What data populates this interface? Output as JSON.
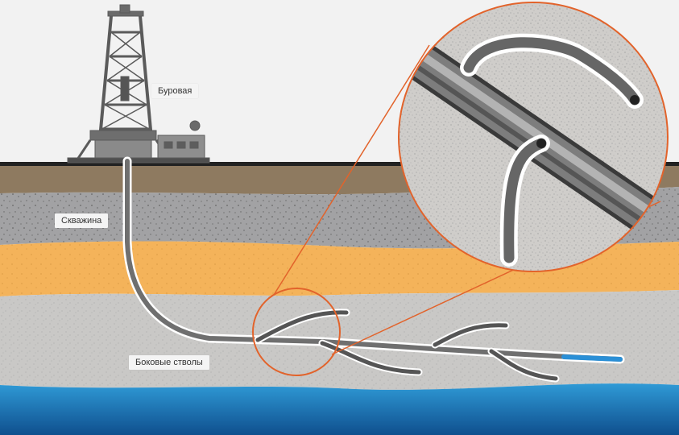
{
  "labels": {
    "rig": "Буровая",
    "well": "Скважина",
    "laterals": "Боковые стволы"
  },
  "colors": {
    "sky": "#f2f2f2",
    "topsoil": "#8e7a60",
    "gravel": "#a2a2a4",
    "sand": "#f4b35a",
    "rock": "#c9c8c6",
    "water": "#1c7bbd",
    "pipe": "#6f6f6f",
    "pipe_tip": "#2a8fd6",
    "callout": "#e2632b"
  }
}
